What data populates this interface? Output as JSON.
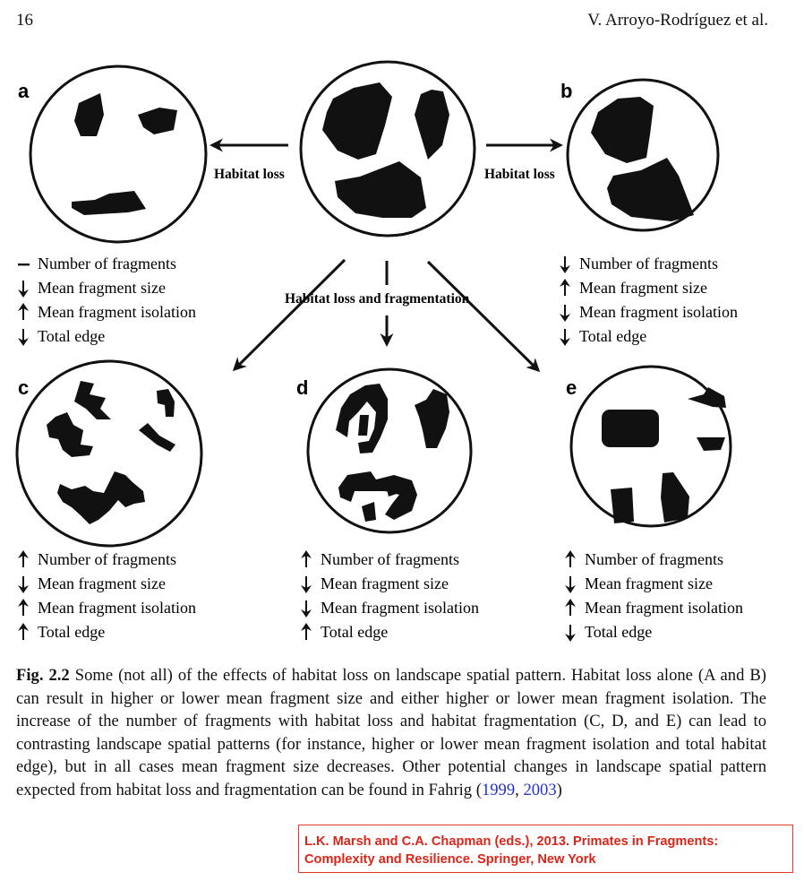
{
  "header": {
    "page_number": "16",
    "running_head": "V. Arroyo-Rodríguez et al."
  },
  "figure": {
    "panels": {
      "a": "a",
      "b": "b",
      "c": "c",
      "d": "d",
      "e": "e"
    },
    "arrow_labels": {
      "left": "Habitat loss",
      "right": "Habitat loss",
      "center": "Habitat loss and fragmentation"
    },
    "metrics_a": [
      {
        "dir": "none",
        "label": "Number of fragments"
      },
      {
        "dir": "down",
        "label": "Mean fragment size"
      },
      {
        "dir": "up",
        "label": "Mean fragment isolation"
      },
      {
        "dir": "down",
        "label": "Total edge"
      }
    ],
    "metrics_b": [
      {
        "dir": "down",
        "label": "Number of fragments"
      },
      {
        "dir": "up",
        "label": "Mean fragment size"
      },
      {
        "dir": "down",
        "label": "Mean fragment isolation"
      },
      {
        "dir": "down",
        "label": "Total edge"
      }
    ],
    "metrics_c": [
      {
        "dir": "up",
        "label": "Number of fragments"
      },
      {
        "dir": "down",
        "label": "Mean fragment size"
      },
      {
        "dir": "up",
        "label": "Mean fragment isolation"
      },
      {
        "dir": "up",
        "label": "Total edge"
      }
    ],
    "metrics_d": [
      {
        "dir": "up",
        "label": "Number of fragments"
      },
      {
        "dir": "down",
        "label": "Mean fragment size"
      },
      {
        "dir": "down",
        "label": "Mean fragment isolation"
      },
      {
        "dir": "up",
        "label": "Total edge"
      }
    ],
    "metrics_e": [
      {
        "dir": "up",
        "label": "Number of fragments"
      },
      {
        "dir": "down",
        "label": "Mean fragment size"
      },
      {
        "dir": "up",
        "label": "Mean fragment isolation"
      },
      {
        "dir": "down",
        "label": "Total edge"
      }
    ]
  },
  "caption": {
    "label": "Fig. 2.2",
    "text_1": " Some (not all) of the effects of habitat loss on landscape spatial pattern. Habitat loss alone (A and B) can result in higher or lower mean fragment size and either higher or lower mean fragment isolation. The increase of the number of fragments with habitat loss and habitat fragmentation (C, D, and E) can lead to contrasting landscape spatial patterns (for instance, higher or lower mean fragment isolation and total habitat edge), but in all cases mean fragment size decreases. Other potential changes in landscape spatial pattern expected from habitat loss and fragmentation can be found in Fahrig (",
    "ref_1": "1999",
    "sep": ", ",
    "ref_2": "2003",
    "text_2": ")"
  },
  "citation": {
    "line_1": "L.K. Marsh and C.A. Chapman (eds.), 2013. Primates in Fragments:",
    "line_2": "Complexity and Resilience. Springer, New York"
  }
}
